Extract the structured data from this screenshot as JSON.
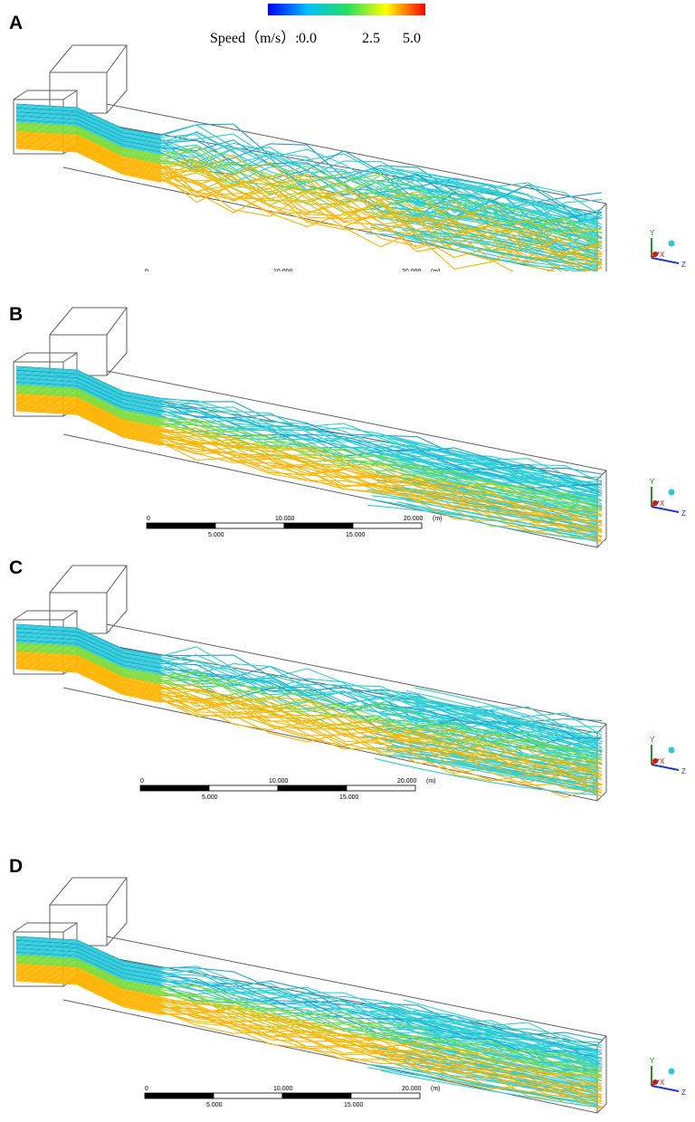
{
  "legend": {
    "title": "Speed（m/s）:",
    "ticks": [
      "0.0",
      "2.5",
      "5.0"
    ],
    "gradient": [
      "#0000ff",
      "#00bfff",
      "#20e060",
      "#ffff00",
      "#ff0000"
    ]
  },
  "scale_bar": {
    "top_labels": [
      "0",
      "10.000",
      "20.000",
      "(m)"
    ],
    "bottom_labels": [
      "5.000",
      "15.000"
    ]
  },
  "axis_triad": {
    "y": "Y",
    "x": "X",
    "z": "Z"
  },
  "panels": [
    {
      "label": "A",
      "variant": "strong vortex"
    },
    {
      "label": "B",
      "variant": "weak vortex"
    },
    {
      "label": "C",
      "variant": "moderate vortex"
    },
    {
      "label": "D",
      "variant": "weak vortex"
    }
  ],
  "colors": {
    "frame": "#606060",
    "fast": "#ffb400",
    "medium": "#7ddc3c",
    "slow": "#2ccfd6",
    "slowest": "#1e9fd8"
  }
}
